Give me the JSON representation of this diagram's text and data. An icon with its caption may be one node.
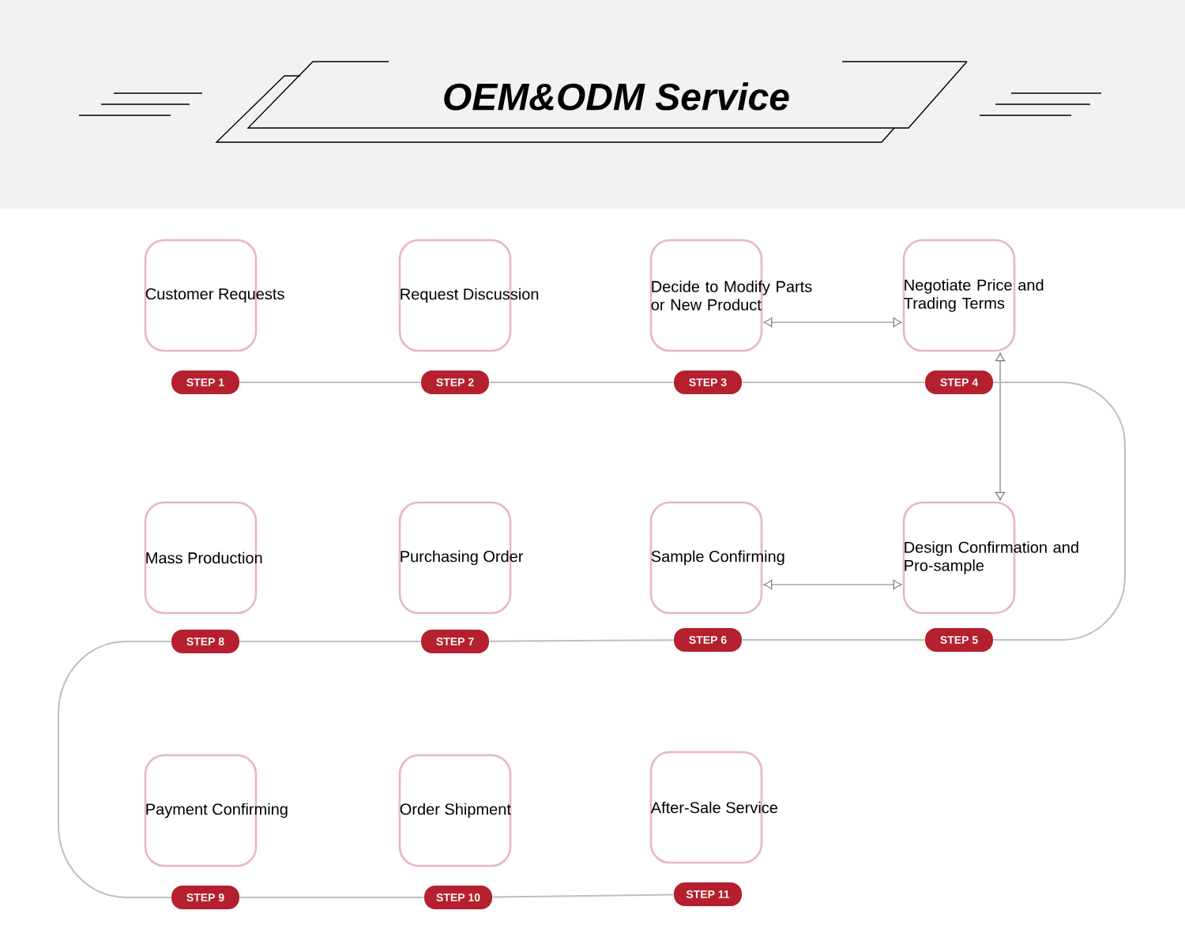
{
  "diagram": {
    "title": "OEM&ODM Service",
    "nodes": [
      {
        "text": [
          "Customer Requests"
        ]
      },
      {
        "text": [
          "Request Discussion"
        ]
      },
      {
        "text": [
          "Decide to Modify Parts or New Product"
        ]
      },
      {
        "text": [
          "Negotiate Price and Trading Terms"
        ]
      },
      {
        "text": [
          "Design Confirmation and Pro-sample"
        ]
      },
      {
        "text": [
          "Sample Confirming"
        ]
      },
      {
        "text": [
          "Purchasing Order"
        ]
      },
      {
        "text": [
          "Mass Production"
        ]
      },
      {
        "text": [
          "Payment Confirming"
        ]
      },
      {
        "text": [
          "Order Shipment"
        ]
      },
      {
        "text": [
          "After-Sale Service"
        ]
      },
      {
        "text": [
          "STEP 1"
        ]
      },
      {
        "text": [
          "STEP 2"
        ]
      },
      {
        "text": [
          "STEP 3"
        ]
      },
      {
        "text": [
          "STEP 4"
        ]
      },
      {
        "text": [
          "STEP 5"
        ]
      },
      {
        "text": [
          "STEP 6"
        ]
      },
      {
        "text": [
          "STEP 7"
        ]
      },
      {
        "text": [
          "STEP 8"
        ]
      },
      {
        "text": [
          "STEP 9"
        ]
      },
      {
        "text": [
          "STEP 10"
        ]
      },
      {
        "text": [
          "STEP 11"
        ]
      }
    ],
    "edges": [
      {
        "from": 2,
        "to": 3,
        "arrow": "both"
      },
      {
        "from": 3,
        "to": 4,
        "arrow": "both"
      },
      {
        "from": 5,
        "to": 4,
        "arrow": "both"
      },
      {
        "from": 11,
        "to": 12,
        "arrow": "none"
      },
      {
        "from": 12,
        "to": 13,
        "arrow": "none"
      },
      {
        "from": 13,
        "to": 14,
        "arrow": "none"
      },
      {
        "from": 14,
        "to": 15,
        "arrow": "none"
      },
      {
        "from": 15,
        "to": 16,
        "arrow": "none"
      },
      {
        "from": 16,
        "to": 17,
        "arrow": "none"
      },
      {
        "from": 17,
        "to": 18,
        "arrow": "none"
      },
      {
        "from": 18,
        "to": 19,
        "arrow": "none"
      },
      {
        "from": 19,
        "to": 20,
        "arrow": "none"
      },
      {
        "from": 20,
        "to": 21,
        "arrow": "none"
      }
    ]
  }
}
